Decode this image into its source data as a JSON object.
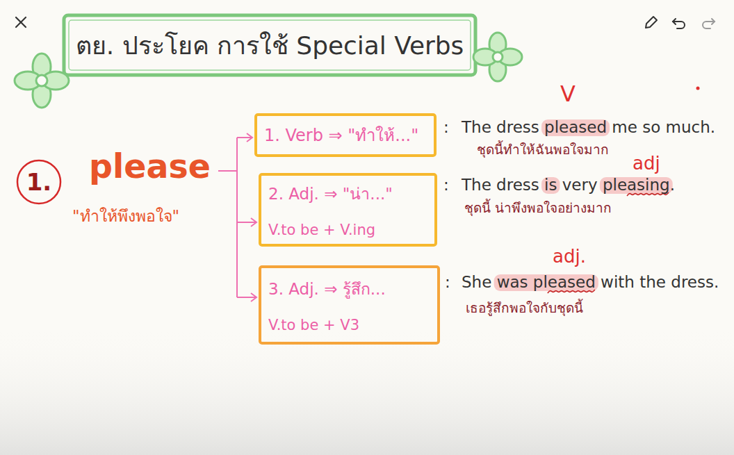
{
  "diagram": {
    "title": "ตย. ประโยค การใช้ Special Verbs",
    "nodes": [
      {
        "text": [
          "1."
        ]
      },
      {
        "text": [
          "1. Verb ⇒ \"ทำให้...\""
        ]
      },
      {
        "text": [
          "2. Adj. ⇒ \"น่า...\"",
          "V.to be + V.ing"
        ]
      },
      {
        "text": [
          "3. Adj. ⇒ รู้สึก...",
          "V.to be + V3"
        ]
      }
    ],
    "labels": [
      "please",
      "\"ทำให้พึงพอใจ\"",
      ":",
      "The dress pleased me so much.",
      "ชุดนี้ทำให้ฉันพอใจมาก",
      "V",
      ":",
      "The dress is very pleasing.",
      "ชุดนี้ น่าพึงพอใจอย่างมาก",
      "adj",
      ":",
      "She was pleased with the dress.",
      "เธอรู้สึกพอใจกับชุดนี้",
      "adj."
    ]
  }
}
